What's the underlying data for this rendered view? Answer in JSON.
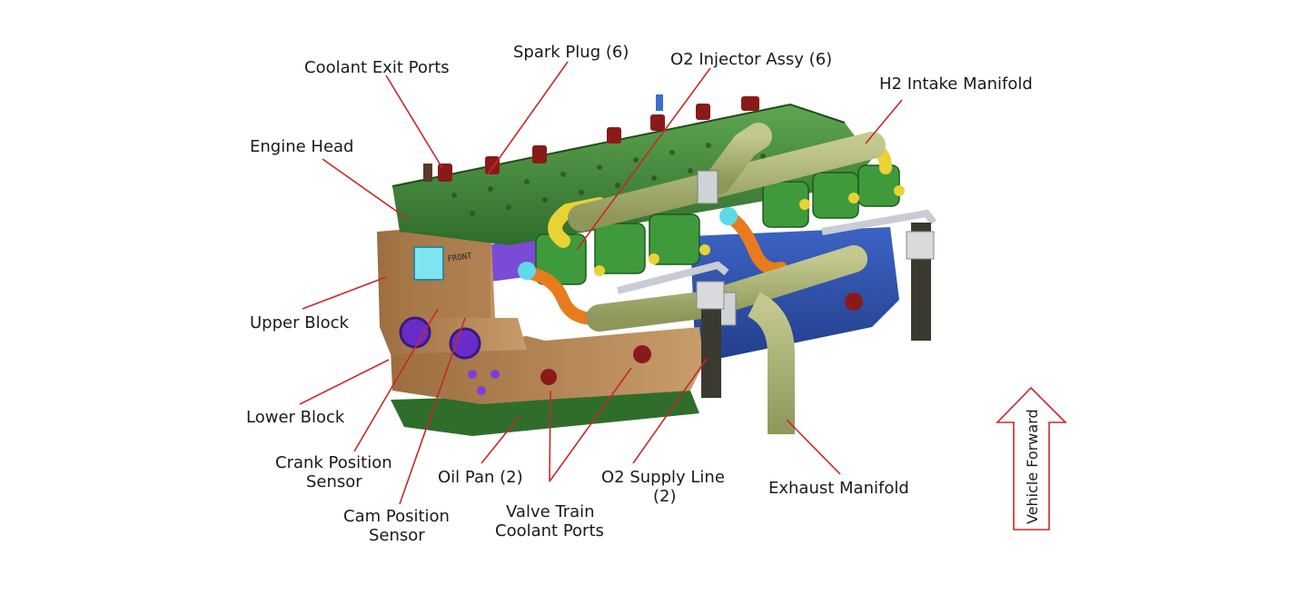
{
  "labels": {
    "coolant_exit_ports": "Coolant Exit Ports",
    "spark_plug": "Spark Plug (6)",
    "o2_injector": "O2 Injector Assy (6)",
    "h2_intake": "H2 Intake Manifold",
    "engine_head": "Engine Head",
    "upper_block": "Upper Block",
    "lower_block": "Lower Block",
    "crank_line1": "Crank Position",
    "crank_line2": "Sensor",
    "oil_pan": "Oil Pan (2)",
    "cam_line1": "Cam Position",
    "cam_line2": "Sensor",
    "valve_line1": "Valve Train",
    "valve_line2": "Coolant Ports",
    "o2_supply_line1": "O2 Supply Line",
    "o2_supply_line2": "(2)",
    "exhaust": "Exhaust Manifold",
    "front_stamp": "FRONT"
  },
  "direction_arrow": {
    "text": "Vehicle Forward"
  },
  "colors": {
    "leader": "#c8282a",
    "head_green": "#3f8a3b",
    "block_tan": "#b8875a",
    "pipe_olive": "#a5ae70",
    "accent_orange": "#e87b1e",
    "accent_yellow": "#e9d233",
    "sensor_purple": "#6a2cc9",
    "pan_green": "#2e6e2a",
    "block_blue": "#2f4fa8"
  }
}
